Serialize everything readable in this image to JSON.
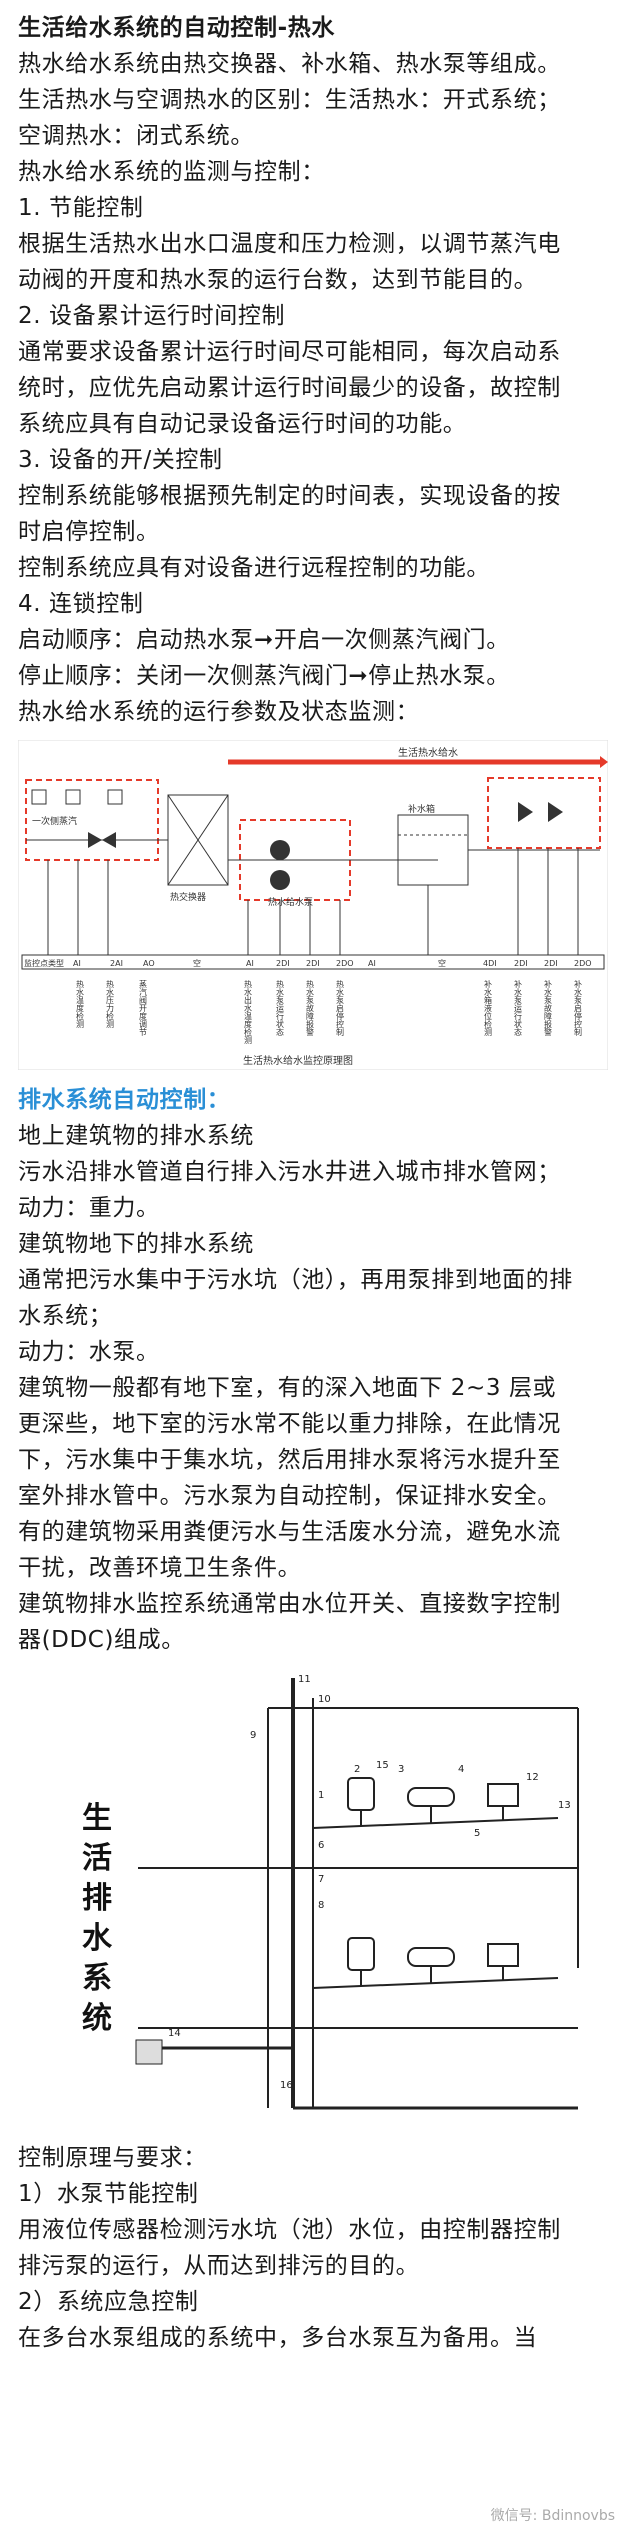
{
  "title": "生活给水系统的自动控制-热水",
  "p": [
    "热水给水系统由热交换器、补水箱、热水泵等组成。",
    "生活热水与空调热水的区别：生活热水：开式系统；",
    "空调热水：闭式系统。",
    "热水给水系统的监测与控制：",
    "1. 节能控制",
    "根据生活热水出水口温度和压力检测，以调节蒸汽电",
    "动阀的开度和热水泵的运行台数，达到节能目的。",
    "2. 设备累计运行时间控制",
    "通常要求设备累计运行时间尽可能相同，每次启动系",
    "统时，应优先启动累计运行时间最少的设备，故控制",
    "系统应具有自动记录设备运行时间的功能。",
    "3. 设备的开/关控制",
    "控制系统能够根据预先制定的时间表，实现设备的按",
    "时启停控制。",
    "控制系统应具有对设备进行远程控制的功能。",
    "4. 连锁控制",
    "启动顺序：启动热水泵➞开启一次侧蒸汽阀门。",
    "停止顺序：关闭一次侧蒸汽阀门➞停止热水泵。",
    "热水给水系统的运行参数及状态监测："
  ],
  "fig1": {
    "caption": "生活热水给水监控原理图",
    "top_label": "生活热水给水",
    "steam_label": "一次侧蒸汽",
    "hx_label": "热交换器",
    "tank_label": "补水箱",
    "pump_label": "热水给水泵",
    "row_head": "监控点类型",
    "types": [
      "AI",
      "2AI",
      "AO",
      "空",
      "AI",
      "2DI",
      "2DI",
      "2DO",
      "AI",
      "空",
      "4DI",
      "2DI",
      "2DI",
      "2DO"
    ],
    "cols": [
      "热水温度检测",
      "热水压力检测",
      "蒸汽阀开度调节",
      "热水出水温度检测",
      "热水泵运行状态",
      "热水泵故障报警",
      "热水泵启停控制",
      "补水箱液位检测",
      "补水泵运行状态",
      "补水泵故障报警",
      "补水泵启停控制"
    ]
  },
  "s2_heading": "排水系统自动控制：",
  "q": [
    "地上建筑物的排水系统",
    "污水沿排水管道自行排入污水井进入城市排水管网；",
    "动力：重力。",
    "建筑物地下的排水系统",
    "通常把污水集中于污水坑（池），再用泵排到地面的排",
    "水系统；",
    "动力：水泵。",
    "建筑物一般都有地下室，有的深入地面下 2~3 层或",
    "更深些，地下室的污水常不能以重力排除，在此情况",
    "下，污水集中于集水坑，然后用排水泵将污水提升至",
    "室外排水管中。污水泵为自动控制，保证排水安全。",
    "有的建筑物采用粪便污水与生活废水分流，避免水流",
    "干扰，改善环境卫生条件。",
    "建筑物排水监控系统通常由水位开关、直接数字控制",
    "器(DDC)组成。"
  ],
  "fig2": {
    "side_label": [
      "生",
      "活",
      "排",
      "水",
      "系",
      "统"
    ],
    "nums": [
      "1",
      "2",
      "3",
      "4",
      "5",
      "6",
      "7",
      "8",
      "9",
      "10",
      "11",
      "12",
      "13",
      "14",
      "15",
      "16"
    ]
  },
  "r": [
    "控制原理与要求：",
    "1）水泵节能控制",
    "用液位传感器检测污水坑（池）水位，由控制器控制",
    "排污泵的运行，从而达到排污的目的。",
    "2）系统应急控制",
    "在多台水泵组成的系统中，多台水泵互为备用。当"
  ],
  "watermark": "微信号: Bdinnovbs"
}
